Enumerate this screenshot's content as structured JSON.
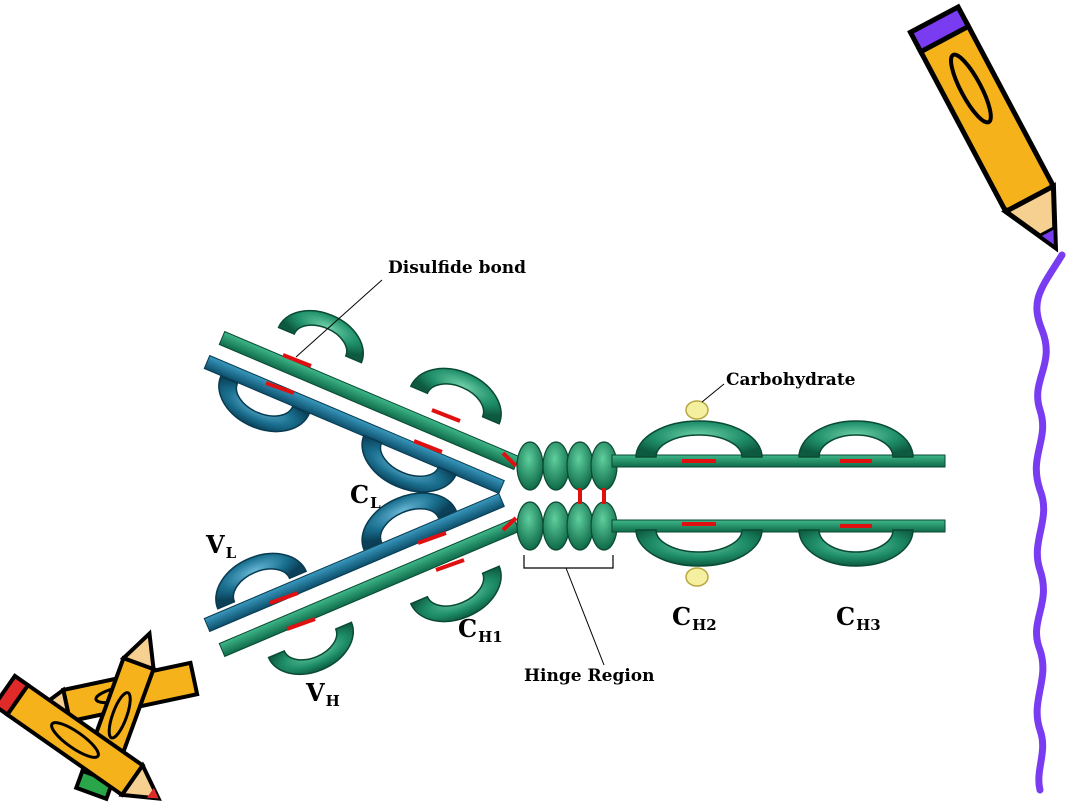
{
  "diagram": {
    "callouts": {
      "disulfide": "Disulfide bond",
      "carbohydrate": "Carbohydrate",
      "hinge": "Hinge Region"
    },
    "domains": {
      "cl": {
        "main": "C",
        "sub": "L"
      },
      "vl": {
        "main": "V",
        "sub": "L"
      },
      "vh": {
        "main": "V",
        "sub": "H"
      },
      "ch1": {
        "main": "C",
        "sub": "H1"
      },
      "ch2": {
        "main": "C",
        "sub": "H2"
      },
      "ch3": {
        "main": "C",
        "sub": "H3"
      }
    }
  },
  "colors": {
    "heavy_chain": "#1f8f6a",
    "light_chain": "#1a6f8f",
    "disulfide": "#e01010",
    "carbohydrate": "#f5f0a0",
    "pencil_body": "#f5b21a",
    "wavy_border": "#7a3cf0"
  },
  "icons": [
    "pencil-icon",
    "crossed-pencils-icon"
  ]
}
